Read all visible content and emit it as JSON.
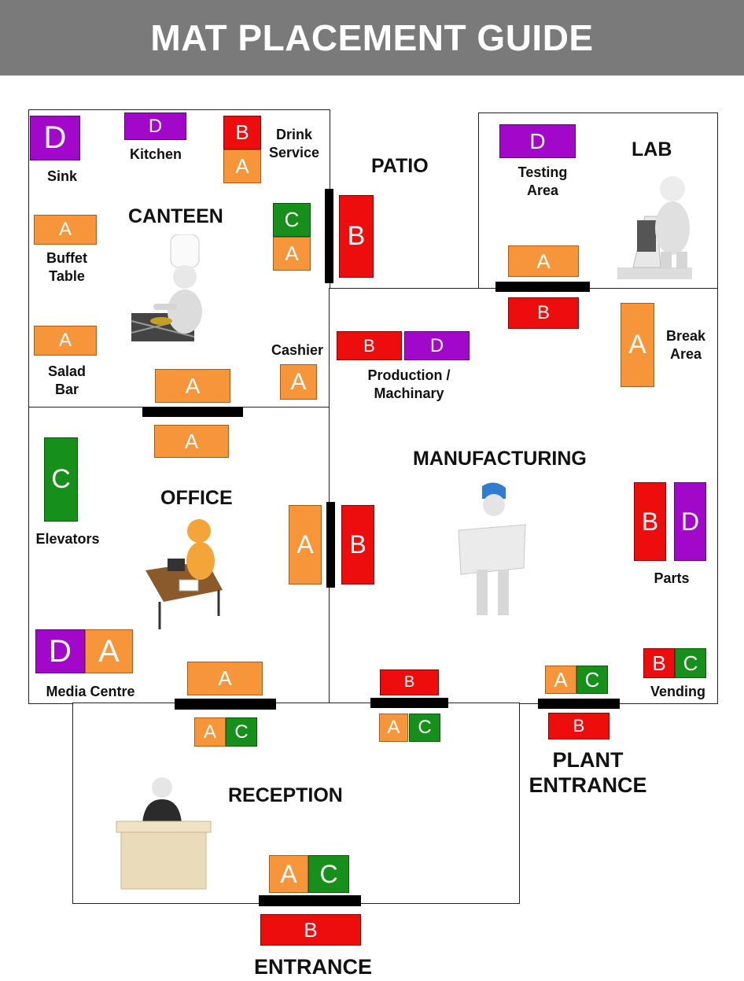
{
  "title": "MAT PLACEMENT GUIDE",
  "colors": {
    "A": "#f7953a",
    "B": "#ee0d0d",
    "C": "#16901b",
    "D": "#a208c9",
    "header": "#7a7a7a"
  },
  "rooms": {
    "canteen": "CANTEEN",
    "patio": "PATIO",
    "lab": "LAB",
    "office": "OFFICE",
    "manufacturing": "MANUFACTURING",
    "reception": "RECEPTION",
    "plant_entrance": "PLANT\nENTRANCE",
    "entrance": "ENTRANCE"
  },
  "labels": {
    "sink": "Sink",
    "kitchen": "Kitchen",
    "drink_service": "Drink\nService",
    "buffet_table": "Buffet\nTable",
    "salad_bar": "Salad\nBar",
    "cashier": "Cashier",
    "testing_area": "Testing\nArea",
    "break_area": "Break\nArea",
    "production": "Production /\nMachinary",
    "elevators": "Elevators",
    "parts": "Parts",
    "media_centre": "Media Centre",
    "vending": "Vending"
  },
  "mat_letters": {
    "A": "A",
    "B": "B",
    "C": "C",
    "D": "D"
  },
  "figures": {
    "chef": "chef-figure",
    "scientist": "scientist-microscope-figure",
    "office_worker": "office-worker-figure",
    "engineer": "engineer-blueprint-figure",
    "receptionist": "receptionist-figure"
  }
}
